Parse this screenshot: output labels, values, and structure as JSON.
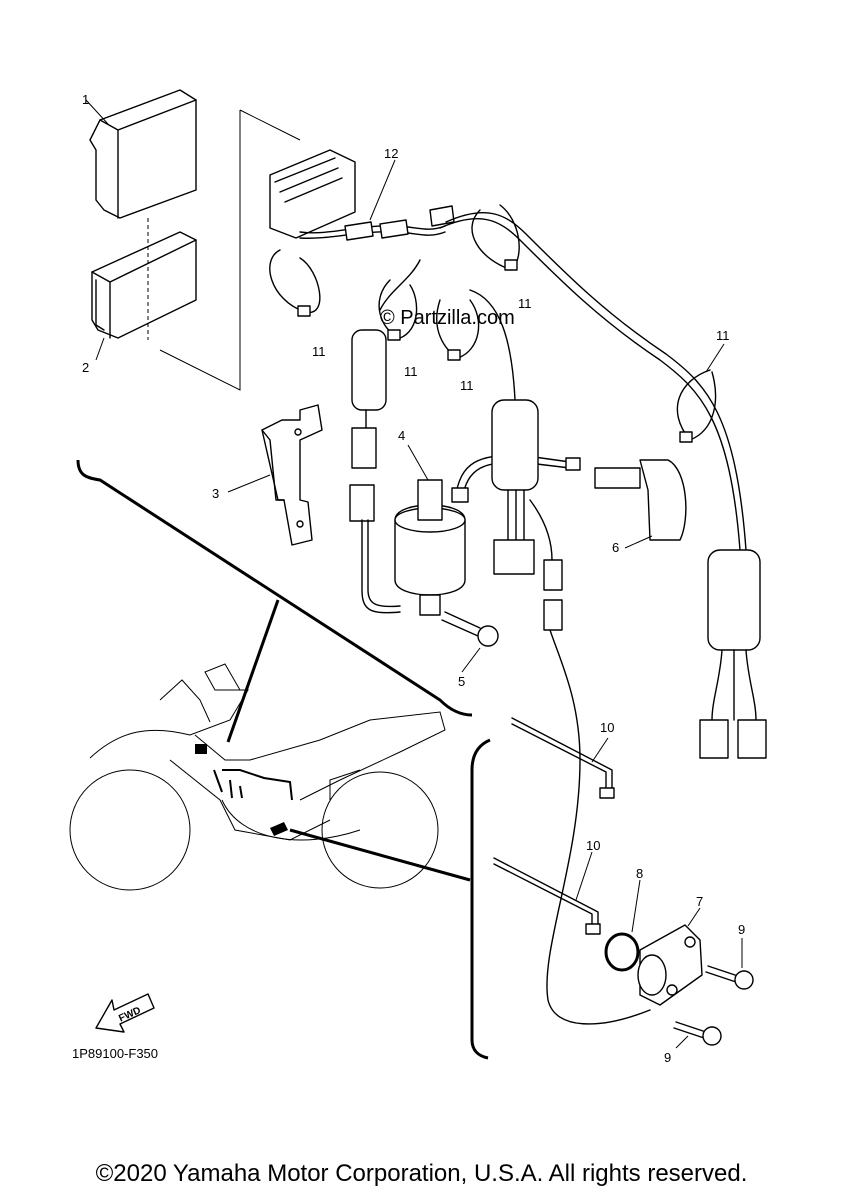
{
  "watermark": "© Partzilla.com",
  "diagram_code": "1P89100-F350",
  "fwd_label": "FWD",
  "footer": "©2020 Yamaha Motor Corporation, U.S.A. All rights reserved.",
  "callouts": {
    "c1": "1",
    "c2": "2",
    "c3": "3",
    "c4": "4",
    "c5": "5",
    "c6": "6",
    "c7": "7",
    "c8": "8",
    "c9a": "9",
    "c9b": "9",
    "c10a": "10",
    "c10b": "10",
    "c11a": "11",
    "c11b": "11",
    "c11c": "11",
    "c11d": "11",
    "c11e": "11",
    "c12": "12"
  }
}
